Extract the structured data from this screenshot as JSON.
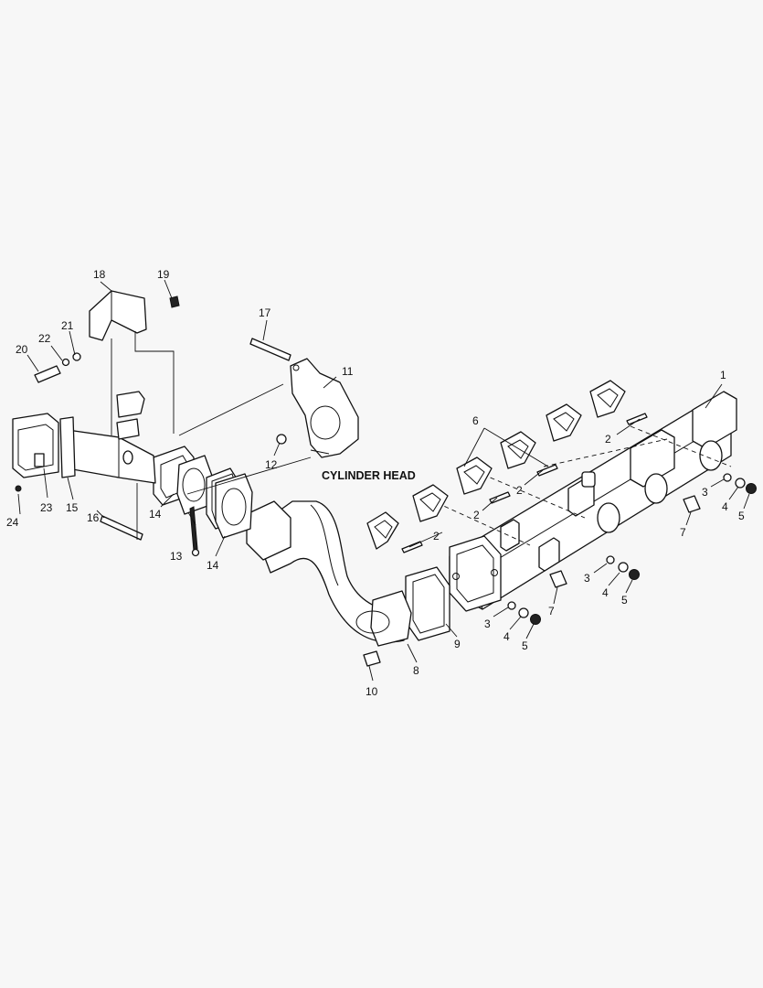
{
  "annotation": "CYLINDER HEAD",
  "callouts": {
    "c1": "1",
    "c2": "2",
    "c3": "3",
    "c4": "4",
    "c5": "5",
    "c6": "6",
    "c7": "7",
    "c8": "8",
    "c9": "9",
    "c10": "10",
    "c11": "11",
    "c12": "12",
    "c13": "13",
    "c14": "14",
    "c15": "15",
    "c16": "16",
    "c17": "17",
    "c18": "18",
    "c19": "19",
    "c20": "20",
    "c21": "21",
    "c22": "22",
    "c23": "23",
    "c24": "24"
  }
}
